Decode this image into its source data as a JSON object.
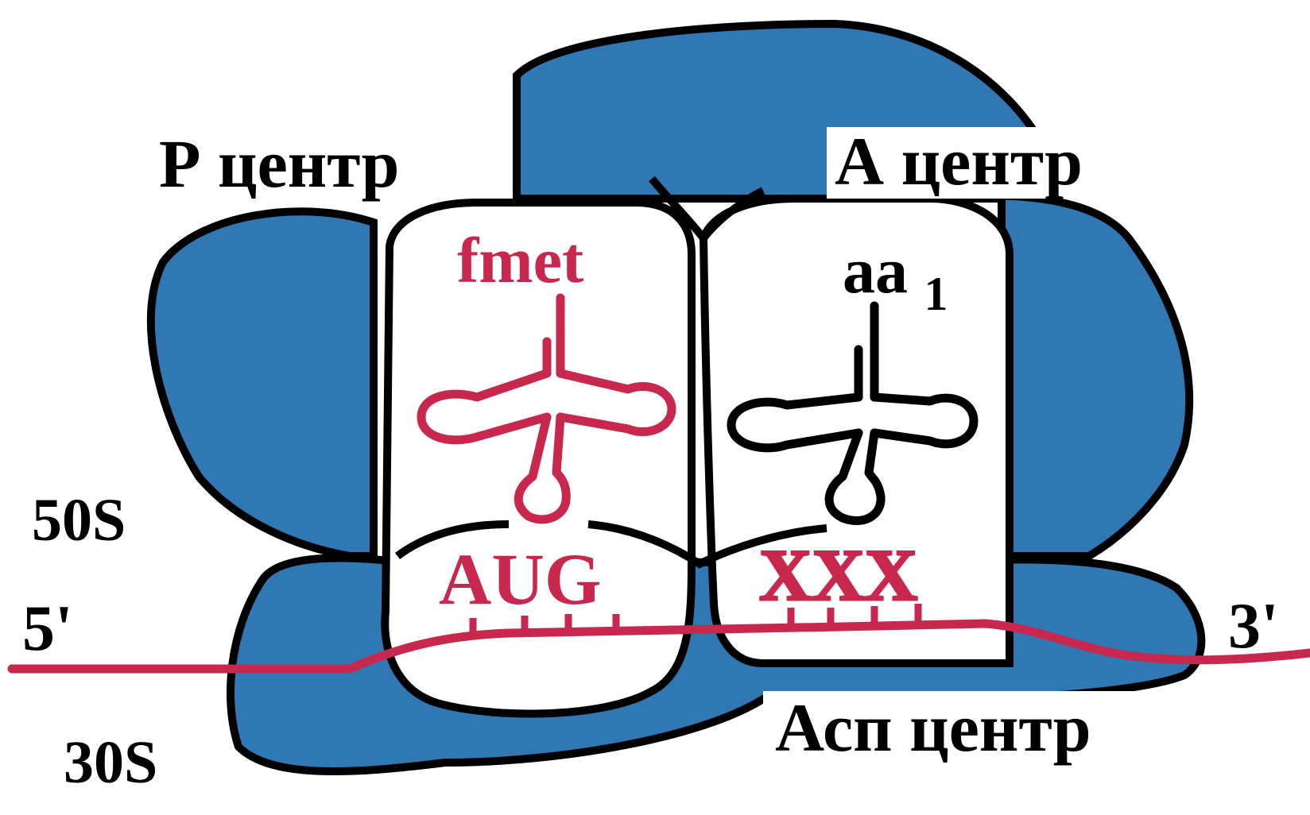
{
  "colors": {
    "ribosome_blue": "#2f78b4",
    "outline": "#000000",
    "mrna_and_initiator": "#c8284e",
    "site_fill": "#ffffff"
  },
  "labels": {
    "p_site": "Р центр",
    "a_site": "А центр",
    "exit_site": "Асп центр",
    "large_subunit": "50S",
    "small_subunit": "30S",
    "five_prime": "5'",
    "three_prime": "3'",
    "p_amino_acid": "fmet",
    "a_amino_acid_base": "aa",
    "a_amino_acid_subscript": "1",
    "p_codon": "AUG",
    "a_codon": "XXX"
  },
  "icons": {
    "p_trna": "trna-cloverleaf-icon",
    "a_trna": "trna-cloverleaf-icon"
  }
}
